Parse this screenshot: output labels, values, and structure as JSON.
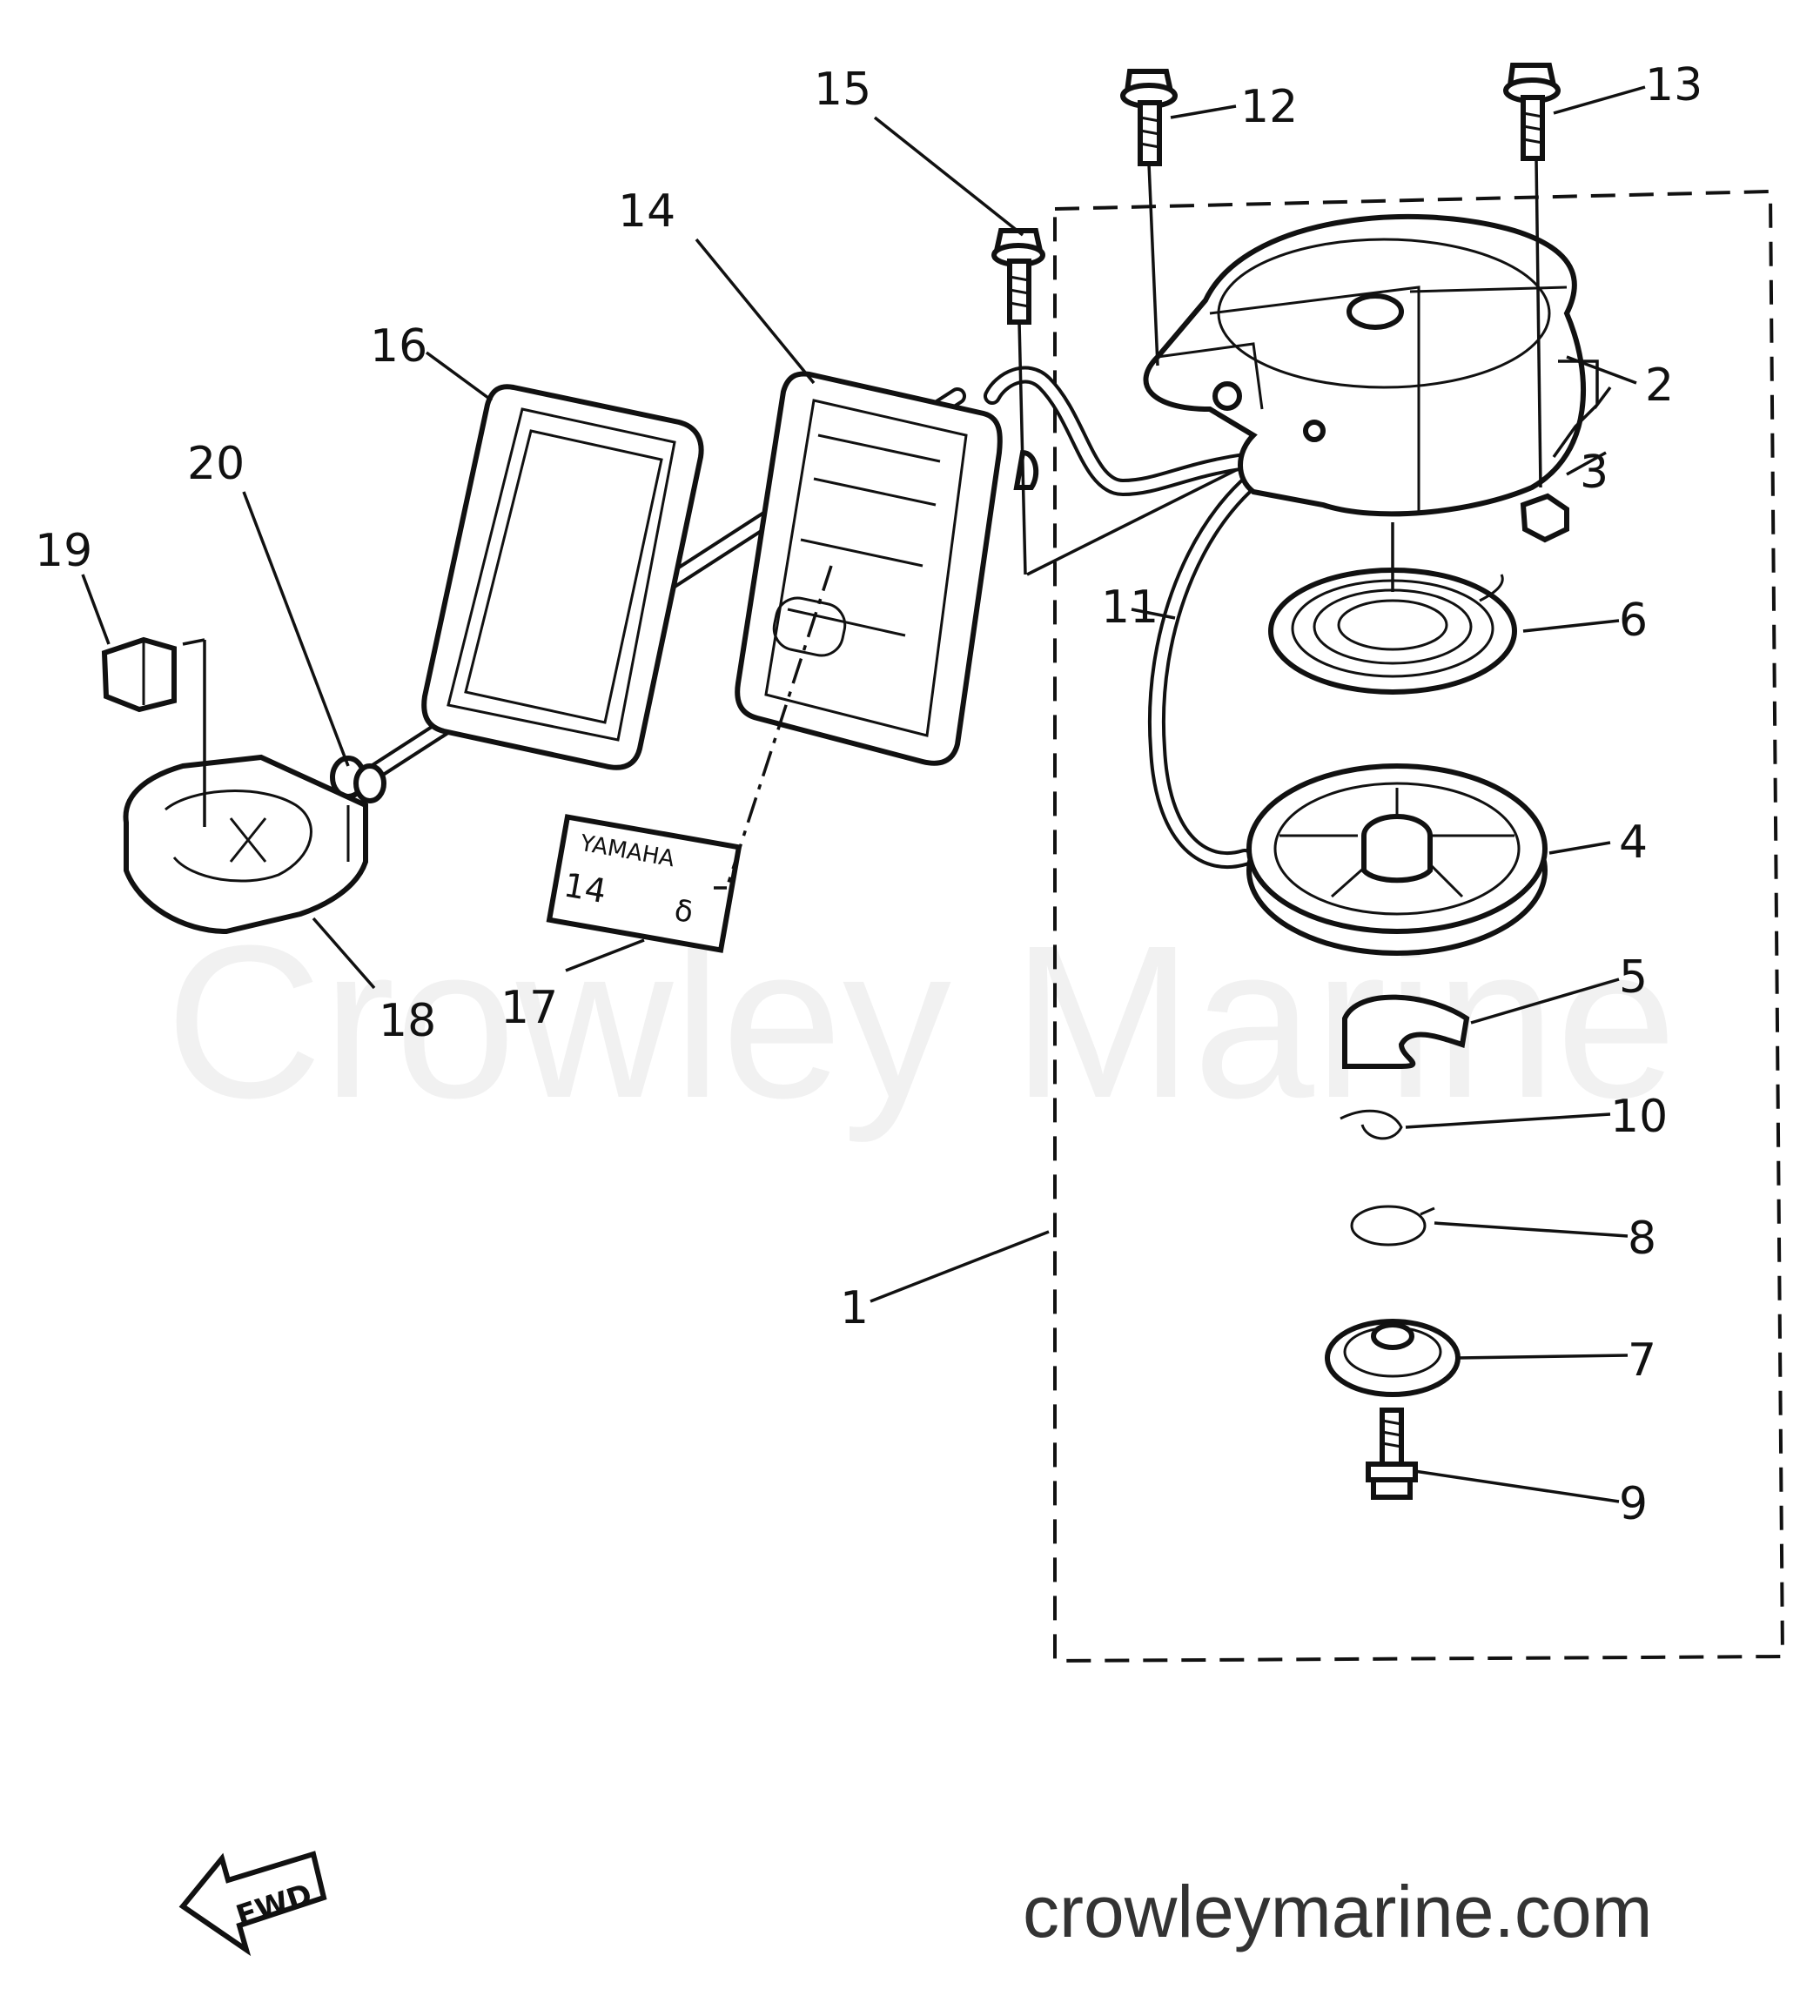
{
  "watermark": "Crowley Marine",
  "website": "crowleymarine.com",
  "direction_arrow": "FWD",
  "decal": {
    "brand": "YAMAHA",
    "model": "14",
    "symbol": "δ"
  },
  "callouts": {
    "c1": "1",
    "c2": "2",
    "c3": "3",
    "c4": "4",
    "c5": "5",
    "c6": "6",
    "c7": "7",
    "c8": "8",
    "c9": "9",
    "c10": "10",
    "c11": "11",
    "c12": "12",
    "c13": "13",
    "c14": "14",
    "c15": "15",
    "c16": "16",
    "c17": "17",
    "c18": "18",
    "c19": "19",
    "c20": "20"
  }
}
